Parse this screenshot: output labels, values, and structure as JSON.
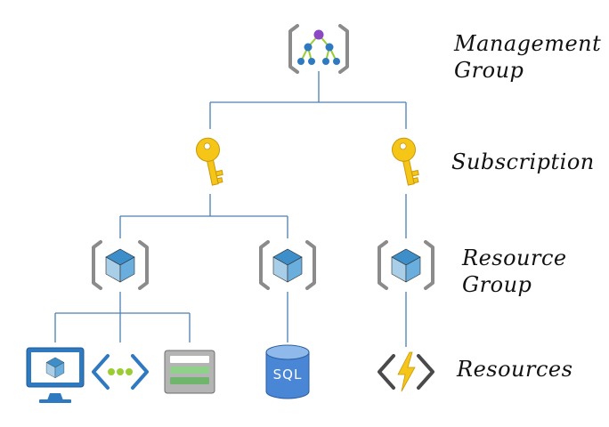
{
  "labels": {
    "management_group": "Management\nGroup",
    "subscription": "Subscription",
    "resource_group": "Resource\nGroup",
    "resources": "Resources"
  },
  "icons": {
    "management_group": "management-group-icon",
    "subscription": "key-icon",
    "resource_group": "resource-group-icon",
    "virtual_machine": "virtual-machine-icon",
    "virtual_network": "virtual-network-icon",
    "storage": "storage-account-icon",
    "sql_database": "sql-database-icon",
    "function_app": "function-app-icon"
  },
  "sql_text": "SQL",
  "colors": {
    "line": "#4a7fb0",
    "bracket": "#8b8b8b",
    "cube_top": "#3d8ec9",
    "cube_left": "#a9cfe8",
    "cube_right": "#6aaede",
    "key": "#f5c518",
    "key_dark": "#c99a0a",
    "monitor": "#2f79c0",
    "sql": "#4a86d6",
    "bolt": "#f5c518",
    "node_purple": "#8a48c2",
    "node_blue": "#2f79c0",
    "node_green": "#9acd32"
  }
}
